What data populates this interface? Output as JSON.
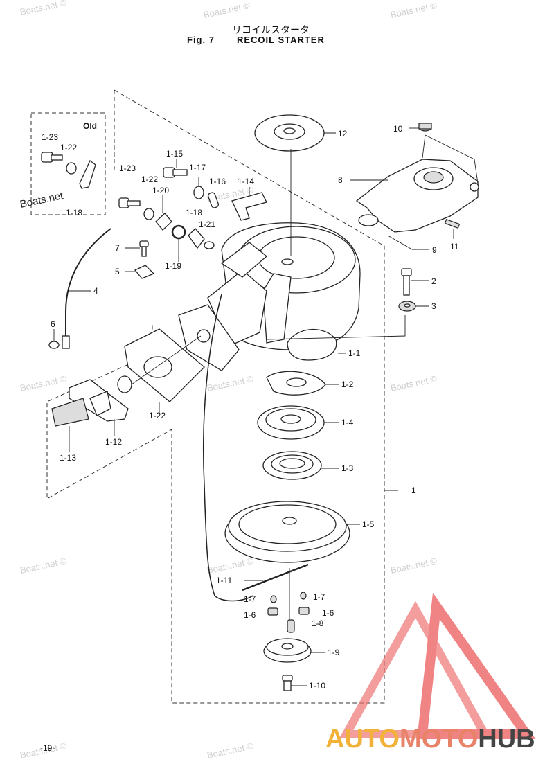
{
  "header": {
    "title_jp": "リコイルスタータ",
    "fig": "Fig. 7",
    "title_en": "RECOIL STARTER"
  },
  "page_number": "-19-",
  "inset_label": "Old",
  "labels": {
    "l1_23a": "1-23",
    "l1_22a": "1-22",
    "l1_18a": "1-18",
    "l1_23b": "1-23",
    "l1_22b": "1-22",
    "l1_20": "1-20",
    "l1_15": "1-15",
    "l1_17": "1-17",
    "l1_16": "1-16",
    "l1_14": "1-14",
    "l1_18b": "1-18",
    "l1_21": "1-21",
    "l1_19": "1-19",
    "l7": "7",
    "l5": "5",
    "l4": "4",
    "l6": "6",
    "l12": "12",
    "l10": "10",
    "l8": "8",
    "l9": "9",
    "l11": "11",
    "l2": "2",
    "l3": "3",
    "l1_1": "1-1",
    "l1_2": "1-2",
    "l1_4": "1-4",
    "l1_3": "1-3",
    "l1_5": "1-5",
    "l1": "1",
    "l1_11": "1-11",
    "l1_7a": "1-7",
    "l1_7b": "1-7",
    "l1_6a": "1-6",
    "l1_6b": "1-6",
    "l1_8": "1-8",
    "l1_9": "1-9",
    "l1_10": "1-10",
    "l1_22c": "1-22",
    "l1_12": "1-12",
    "l1_13": "1-13"
  },
  "watermark": "Boats.net ©",
  "watermark_dark": "Boats.net",
  "logo": {
    "part1": "AUTO",
    "part2": "MOTO",
    "part3": "HUB",
    "color1": "#f2b23a",
    "color2": "#e8836a",
    "color3": "#444444",
    "triangle_color": "#ee6f6f"
  }
}
